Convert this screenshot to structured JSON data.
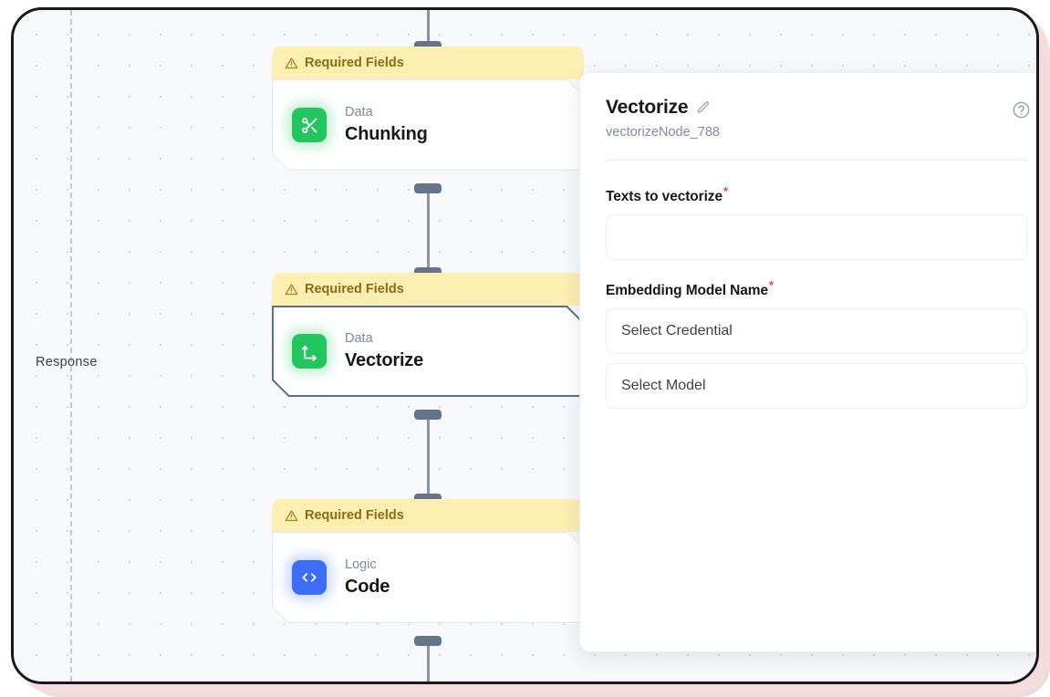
{
  "canvas": {
    "lane_label": "Response",
    "grid": "dotted"
  },
  "nodes": [
    {
      "banner": "Required Fields",
      "banner_icon": "warning-triangle-icon",
      "category": "Data",
      "title": "Chunking",
      "icon": "scissors-icon",
      "icon_color": "#22c55e",
      "selected": false
    },
    {
      "banner": "Required Fields",
      "banner_icon": "warning-triangle-icon",
      "category": "Data",
      "title": "Vectorize",
      "icon": "vector-arrows-icon",
      "icon_color": "#22c55e",
      "selected": true
    },
    {
      "banner": "Required Fields",
      "banner_icon": "warning-triangle-icon",
      "category": "Logic",
      "title": "Code",
      "icon": "code-brackets-icon",
      "icon_color": "#3b6ef5",
      "selected": false
    }
  ],
  "panel": {
    "title": "Vectorize",
    "edit_icon": "pencil-icon",
    "subtitle": "vectorizeNode_788",
    "help_icon": "question-circle-icon",
    "fields": [
      {
        "label": "Texts to vectorize",
        "required": true,
        "required_marker": "*",
        "type": "text",
        "value": "",
        "placeholder": ""
      },
      {
        "label": "Embedding Model Name",
        "required": true,
        "required_marker": "*",
        "type": "select-pair",
        "credential_value": "Select Credential",
        "model_value": "Select Model"
      }
    ]
  },
  "colors": {
    "banner_bg": "#fdeeb1",
    "banner_text": "#8a6d17",
    "accent_green": "#22c55e",
    "accent_blue": "#3b6ef5",
    "required_red": "#ef4444",
    "handle": "#64748b",
    "canvas_bg": "#f6f8fb"
  }
}
